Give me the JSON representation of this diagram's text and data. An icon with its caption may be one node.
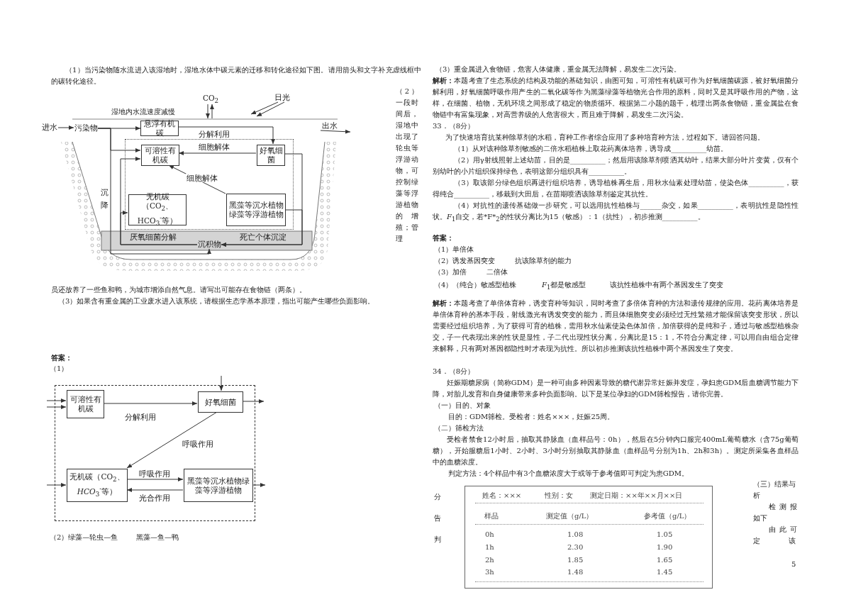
{
  "diagram": {
    "nodes": [
      {
        "text": [
          "CO$_{2}$"
        ]
      },
      {
        "text": [
          "日光"
        ]
      },
      {
        "text": [
          "进水"
        ]
      },
      {
        "text": [
          "污染物"
        ]
      },
      {
        "text": [
          "悬浮有机碳"
        ]
      },
      {
        "text": [],
        "shape": "box"
      },
      {
        "text": [
          "可溶性有机碳"
        ],
        "in": 5
      },
      {
        "text": [
          "好氧细菌"
        ],
        "in": 5
      },
      {
        "text": [
          "无机碳（CO$_{2}$、HCO$_{3}$$^{-}$等）"
        ],
        "in": 5
      },
      {
        "text": [
          "黑藻等沉水植物绿藻等浮游植物"
        ],
        "in": 5
      },
      {
        "text": [
          "沉积物"
        ]
      },
      {
        "text": [
          "出水"
        ]
      },
      {
        "text": [],
        "shape": "box"
      },
      {
        "text": [
          "可溶性有机碳"
        ],
        "in": 12
      },
      {
        "text": [
          "好氧细菌"
        ],
        "in": 12
      },
      {
        "text": [
          "无机碳（CO$_{2}$、*HCO*$_{3}$$^{-}$等）"
        ],
        "in": 12
      },
      {
        "text": [
          "黑藻等沉水植物绿藻等浮游植物"
        ],
        "in": 12
      }
    ],
    "edges": [
      {
        "from": 0,
        "to": null,
        "arrow": "to"
      },
      {
        "from": null,
        "to": 0,
        "arrow": "to"
      },
      {
        "from": 1,
        "to": null,
        "arrow": "to"
      },
      {
        "from": 1,
        "to": null,
        "arrow": "to"
      },
      {
        "from": 2,
        "to": 3,
        "arrow": "to"
      },
      {
        "from": 3,
        "to": 4,
        "arrow": "to"
      },
      {
        "from": 3,
        "to": 6,
        "arrow": "to"
      },
      {
        "from": 3,
        "to": 10,
        "arrow": "to",
        "label": "沉降"
      },
      {
        "from": 4,
        "to": 7,
        "arrow": "to",
        "label": "分解利用"
      },
      {
        "from": 7,
        "to": 6,
        "arrow": "to",
        "label": "细胞解体"
      },
      {
        "from": 9,
        "to": 6,
        "arrow": "to",
        "label": "细胞解体"
      },
      {
        "from": 7,
        "to": 10,
        "arrow": "to"
      },
      {
        "from": 9,
        "to": 10,
        "arrow": "to",
        "label": "死亡个体沉淀"
      },
      {
        "from": 10,
        "to": 6,
        "arrow": "to",
        "label": "厌氧细菌分解"
      },
      {
        "from": 10,
        "to": 8,
        "arrow": "to"
      },
      {
        "from": 11,
        "to": null,
        "arrow": "to"
      },
      {
        "from": null,
        "to": 13,
        "arrow": "to"
      },
      {
        "from": null,
        "to": 13,
        "arrow": "to"
      },
      {
        "from": 13,
        "to": 14,
        "arrow": "to",
        "label": "分解利用"
      },
      {
        "from": null,
        "to": 14,
        "arrow": "to"
      },
      {
        "from": 14,
        "to": null,
        "arrow": "to"
      },
      {
        "from": 14,
        "to": 15,
        "arrow": "to",
        "label": "呼吸作用"
      },
      {
        "from": null,
        "to": 15,
        "arrow": "to"
      },
      {
        "from": 15,
        "to": 16,
        "arrow": "to",
        "label": "呼吸作用"
      },
      {
        "from": 16,
        "to": 15,
        "arrow": "to",
        "label": "光合作用"
      },
      {
        "from": 16,
        "to": null,
        "arrow": "to"
      }
    ],
    "labels": [
      "（1）当污染物随水流进入该湿地时，湿地水体中碳元素的迁移和转化途径如下图。请用箭头和文字补充虚线框中的碳转化途径。",
      "湿地内水流速度减慢",
      "（2）一段时间后，湿地中出现了轮虫等浮游动物，可控制绿藻等浮游植物的增殖；管理",
      "员还放养了一些鱼和鸭，为城市增添自然气息。请写出可能存在食物链（两条）。",
      "（3）如果含有重金属的工业废水进入该系统，请根据生态学基本原理，指出可能产生哪些负面影响。",
      "答案：",
      "（1）",
      "（2）绿藻—轮虫—鱼",
      "黑藻—鱼—鸭",
      "（3）重金属进入食物链，危害人体健康，重金属无法降解，易发生二次污染。",
      "**解析：**本题考查了生态系统的结构及功能的基础知识，由图可知，可溶性有机碳可作为好氧细菌碳源，被好氧细菌分解利用，好氧细菌呼吸作用产生的二氧化碳等作为黑藻绿藻等植物光合作用的原料，同时又是其呼吸作用的产物，这样，在细菌、植物，无机环境之间形成了稳定的物质循环。根据第二小题的题干，梳理出两条食物链，重金属盐在食物链中有富集现象，对高营养级的人危害很大，而且难于降解，易发生二次污染。",
      "33．（8分）",
      "为了快速培育抗某种除草剂的水稻，育种工作者综合应用了多种培育种方法，过程如下。请回答问题。",
      "（1）从对该种除草剂敏感的二倍水稻植株上取花药离体培养，诱导成__________幼苗。",
      "（2）用γ射线照射上述幼苗，目的是__________；然后用该除草剂喷洒其幼叶，结果大部分叶片变黄，仅有个别幼叶的小片组织保持绿色，表明这部分组织具有__________。",
      "（3）取该部分绿色组织再进行组织培养，诱导植株再生后，用秋水仙素处理幼苗，使染色体__________，获得纯合__________，移栽到大田后，在苗期喷洒该除草剂鉴定其抗性。",
      "（4）对抗性的遗传基础做一步研究，可以选用抗性植株与______杂交，如果__________，表明抗性是隐性性状。*F*$_{1}$自交，若*F*$_{2}$的性状分离比为15（敏感）：1（抗性），初步推测__________。",
      "答案：",
      "（1）单倍体",
      "（2）诱发基因突变",
      "抗该除草剂的能力",
      "（3）加倍",
      "二倍体",
      "（4）（纯合）敏感型植株",
      "*F*$_{1}$都是敏感型",
      "该抗性植株中有两个基因发生了突变",
      "**解析：**本题考查了单倍体育种，诱变育种等知识，同时考查了多倍体育种的方法和遗传规律的应用。花药离体培养是单倍体育种的基本手段，射线激光有诱发突变的能力，而且体细胞突变必须经过无性繁殖才能保留该突变形状，所以需要经过组织培养，为了获得可育的植株，需用秋水仙素使染色体加倍，加倍获得的是纯和子，通过与敏感型植株杂交，子一代表现出来的性状是显性，子二代出现性状分离，分离比是15：1，不符合分离定律，可以用自由组合定律来解释，只有两对基因都隐性时才表现为抗性。所以初步推测该抗性植株中两个基因发生了突变。",
      "34．（8分）",
      "妊娠期糖尿病（简称GDM）是一种可由多种因素导致的糖代谢异常妊娠并发症，孕妇患GDM后血糖调节能力下降，对胎儿发育和自身健康带来多种负面影响。以下是某位孕妇的GDM筛检报告，请你完善。",
      "（一）目的、对象",
      "目的：GDM筛检。受检者：姓名×××，妊娠25周。",
      "（二）筛检方法",
      "受检者禁食12小时后，抽取其静脉血（血样品号：0h），然后在5分钟内口服完400mL葡萄糖水（含75g葡萄糖），开始服糖后1小时、2小时、3小时分别抽取其静脉血（血样品号分别为1h、2h和3h）。测定所采集各血样品中的血糖浓度。",
      "判定方法：4个样品中有3个血糖浓度大于或等于参考值即可判定为患GDM。",
      "（三）结果与",
      "分",
      "析",
      "检测报",
      "告",
      "如下",
      "由此可",
      "判",
      "定",
      "该",
      "姓名：×××",
      "性别：女",
      "测定日期：××年××月××日",
      "样品",
      "测定值（g/L）",
      "参考值（g/L）",
      "0h",
      "1.08",
      "1.05",
      "1h",
      "2.30",
      "1.90",
      "2h",
      "1.85",
      "1.65",
      "3h",
      "1.48",
      "1.45",
      "5"
    ]
  }
}
